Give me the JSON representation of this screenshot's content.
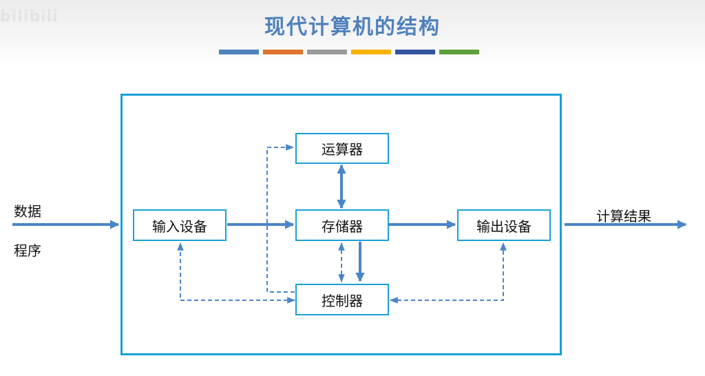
{
  "watermark": "bilibili",
  "title": "现代计算机的结构",
  "accent_bars": [
    "#4f81bd",
    "#e0732f",
    "#9a9a9a",
    "#f5b400",
    "#3355a0",
    "#5da03d"
  ],
  "nodes": {
    "alu": "运算器",
    "input": "输入设备",
    "memory": "存储器",
    "output": "输出设备",
    "control": "控制器"
  },
  "labels": {
    "data": "数据",
    "program": "程序",
    "result": "计算结果"
  },
  "colors": {
    "frame": "#1aa0d8",
    "arrow": "#4a86c8"
  }
}
